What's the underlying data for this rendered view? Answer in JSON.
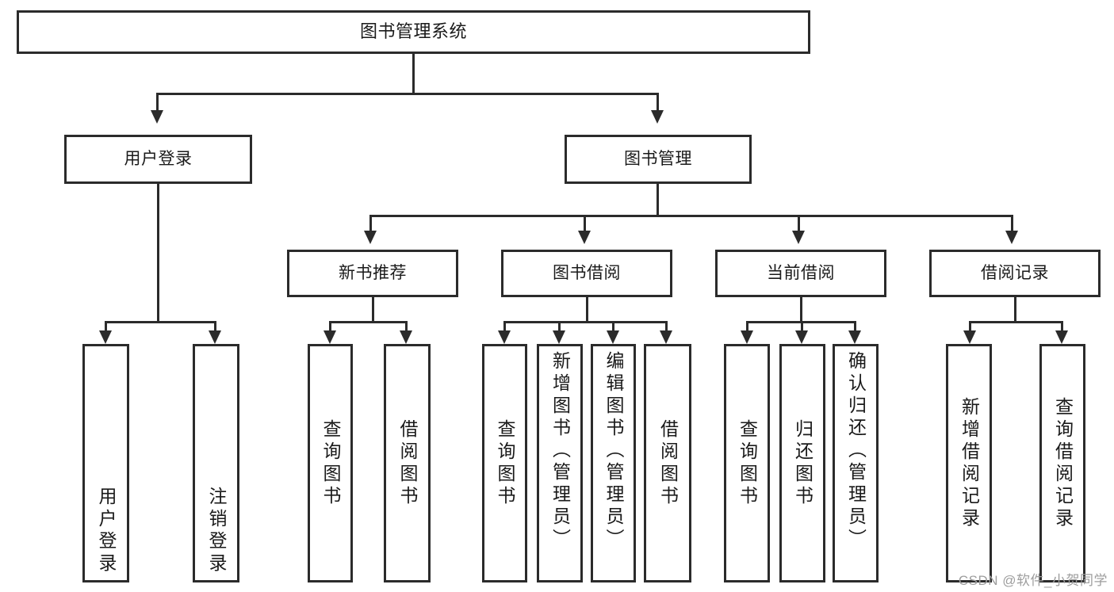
{
  "diagram": {
    "type": "tree-hierarchy",
    "title": "图书管理系统",
    "root": {
      "label": "图书管理系统"
    },
    "level2": [
      {
        "label": "用户登录"
      },
      {
        "label": "图书管理"
      }
    ],
    "level3": [
      {
        "label": "新书推荐"
      },
      {
        "label": "图书借阅"
      },
      {
        "label": "当前借阅"
      },
      {
        "label": "借阅记录"
      }
    ],
    "leaves": {
      "user_login": [
        {
          "label": "用户登录"
        },
        {
          "label": "注销登录"
        }
      ],
      "new_book_recommend": [
        {
          "label": "查询图书"
        },
        {
          "label": "借阅图书"
        }
      ],
      "book_borrow": [
        {
          "label": "查询图书"
        },
        {
          "label": "新增图书（管理员）"
        },
        {
          "label": "编辑图书（管理员）"
        },
        {
          "label": "借阅图书"
        }
      ],
      "current_borrow": [
        {
          "label": "查询图书"
        },
        {
          "label": "归还图书"
        },
        {
          "label": "确认归还（管理员）"
        }
      ],
      "borrow_record": [
        {
          "label": "新增借阅记录"
        },
        {
          "label": "查询借阅记录"
        }
      ]
    }
  },
  "watermark": {
    "text": "CSDN @软件_小贺同学"
  },
  "colors": {
    "stroke": "#2b2b2b",
    "background": "#ffffff",
    "text": "#1a1a1a",
    "watermark": "#9d9d9d"
  }
}
